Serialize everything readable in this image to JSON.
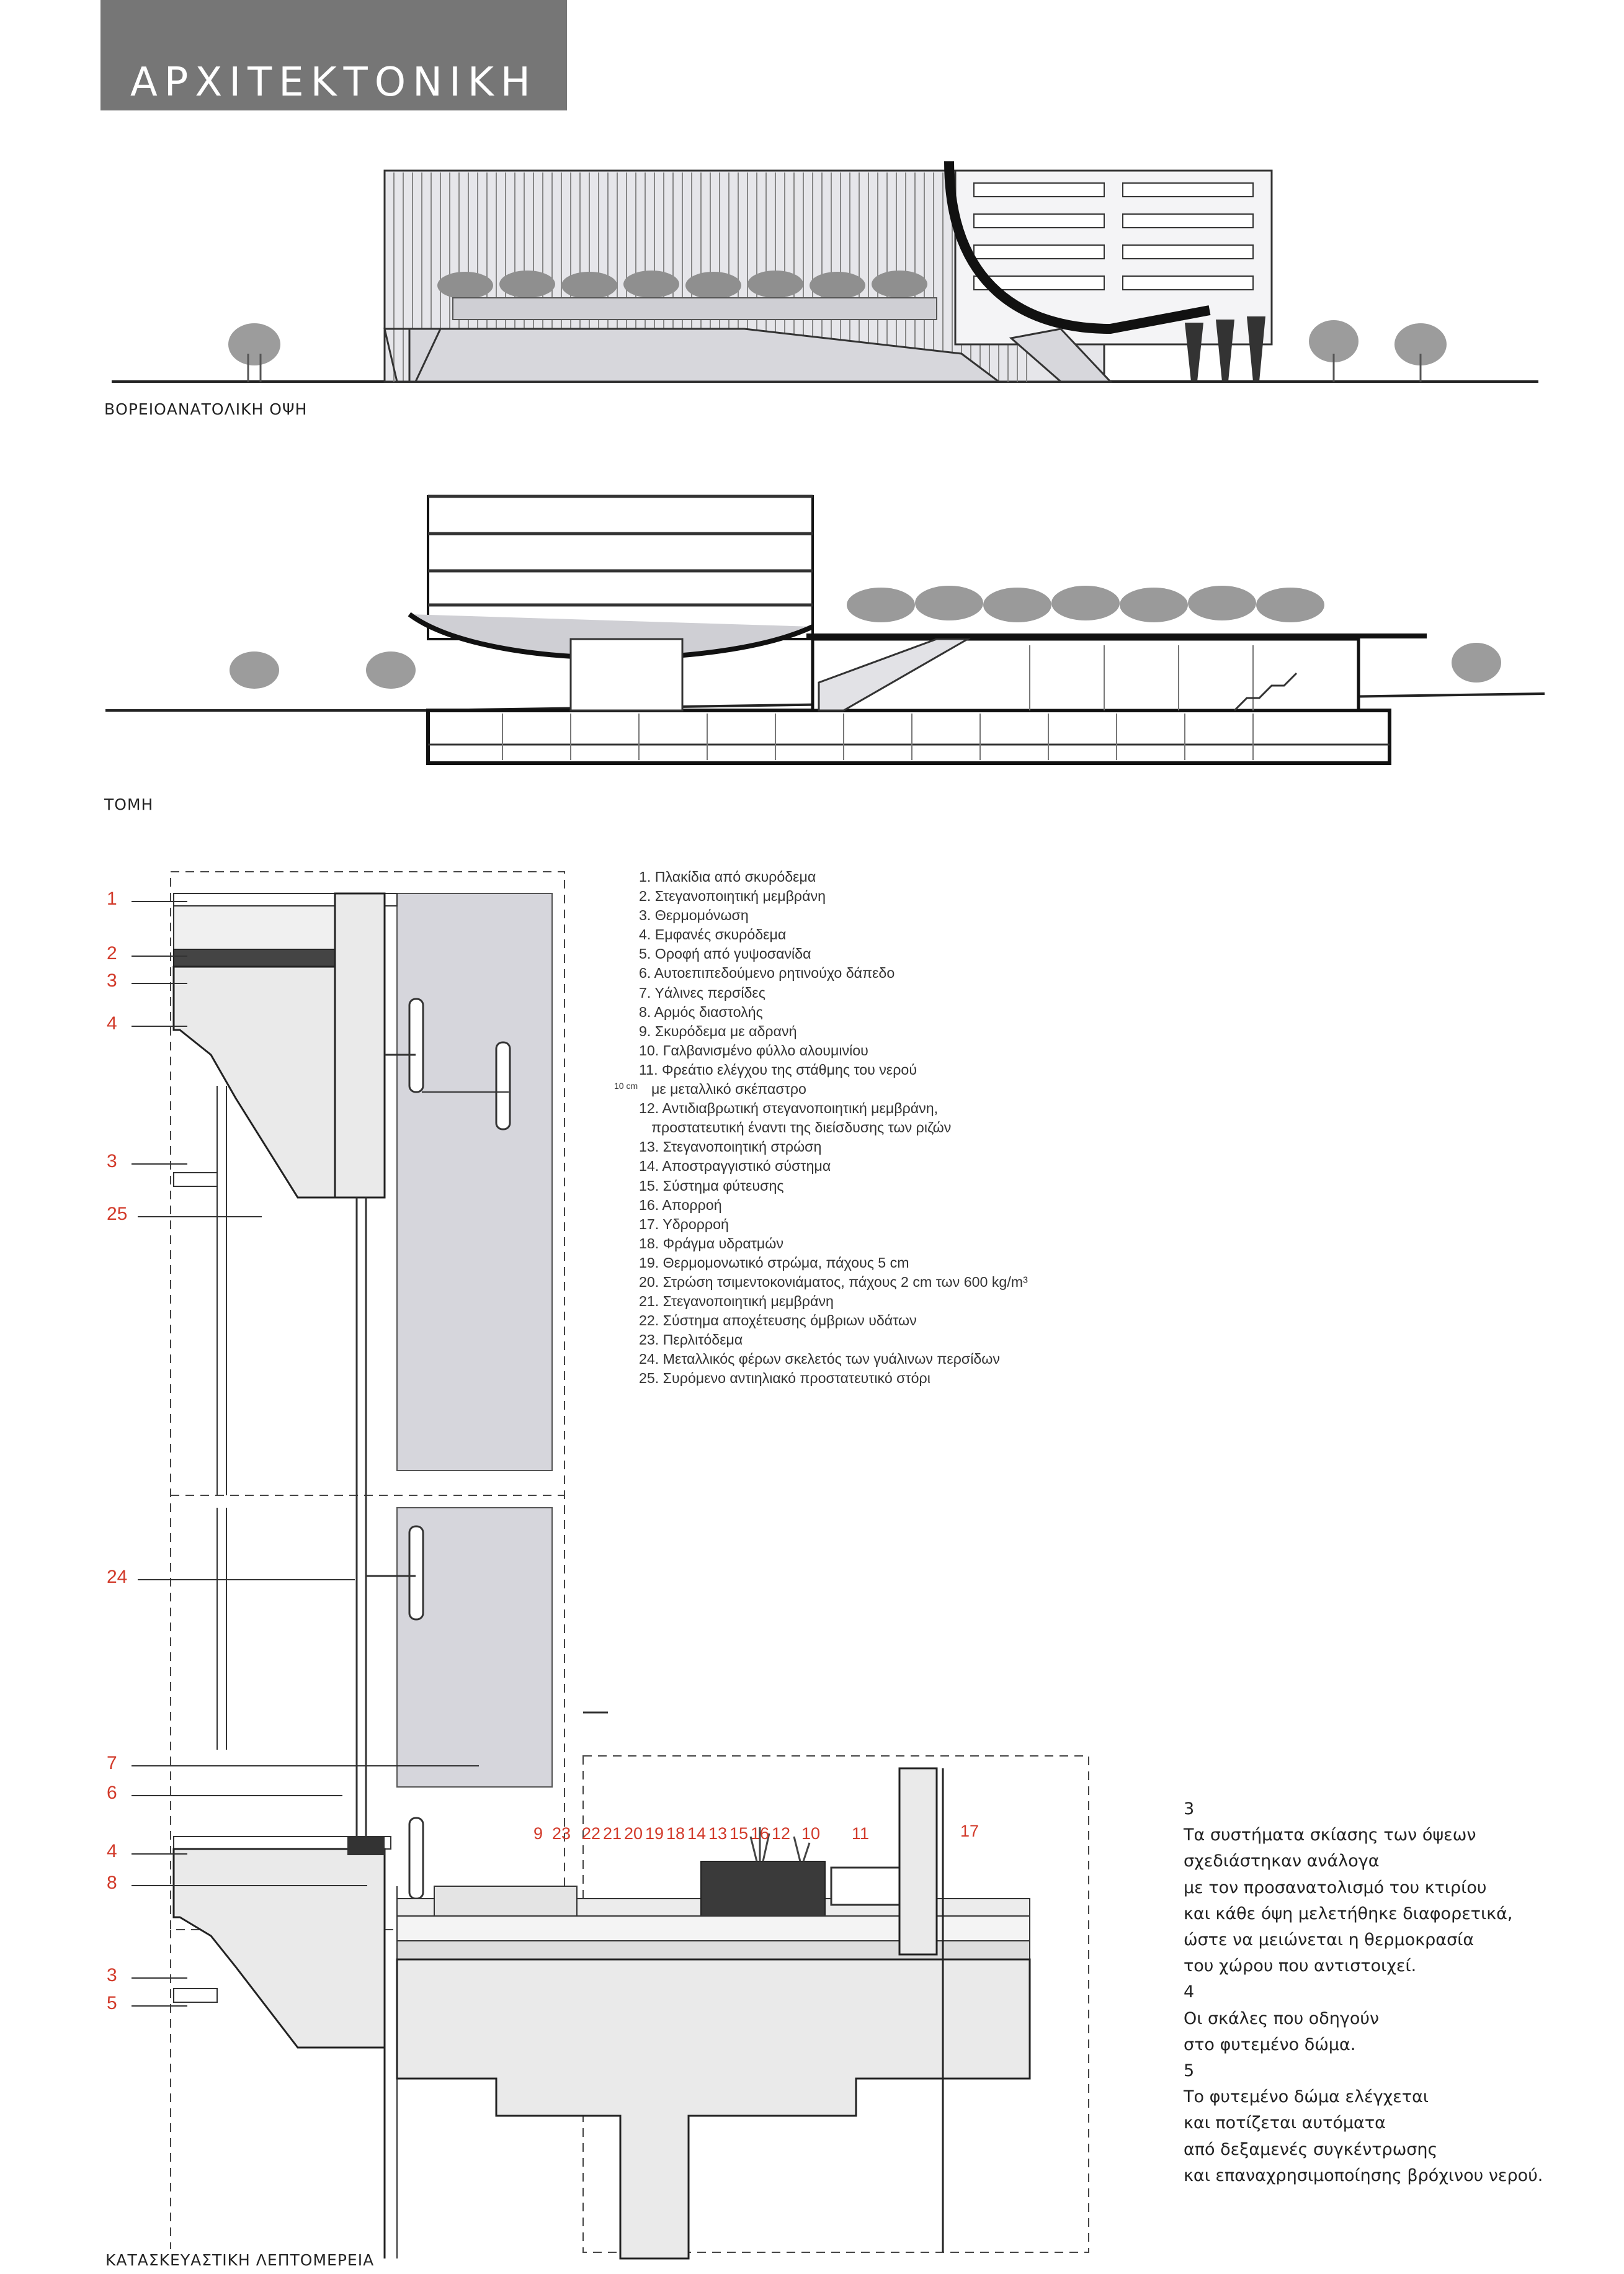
{
  "header": {
    "title": "ΑΡΧΙΤΕΚΤΟΝΙΚΗ"
  },
  "captions": {
    "elevation": "ΒΟΡΕΙΟΑΝΑΤΟΛΙΚΗ ΟΨΗ",
    "section": "ΤΟΜΗ",
    "detail": "ΚΑΤΑΣΚΕΥΑΣΤΙΚΗ ΛΕΠΤΟΜΕΡΕΙΑ"
  },
  "detail_callouts_left": [
    "1",
    "2",
    "3",
    "4",
    "3",
    "25",
    "24",
    "7",
    "6",
    "4",
    "8",
    "3",
    "5"
  ],
  "detail_callouts_top": [
    "9",
    "23",
    "22",
    "21",
    "20",
    "19",
    "18",
    "14",
    "13",
    "15",
    "16",
    "12",
    "10",
    "11",
    "17"
  ],
  "scale_label": "10 cm",
  "legend": [
    "1. Πλακίδια από σκυρόδεμα",
    "2. Στεγανοποιητική μεμβράνη",
    "3. Θερμομόνωση",
    "4. Εμφανές σκυρόδεμα",
    "5. Οροφή από γυψοσανίδα",
    "6. Αυτοεπιπεδούμενο ρητινούχο δάπεδο",
    "7. Υάλινες περσίδες",
    "8. Αρμός διαστολής",
    "9. Σκυρόδεμα με αδρανή",
    "10. Γαλβανισμένο φύλλο αλουμινίου",
    "11. Φρεάτιο ελέγχου της στάθμης του νερού",
    "με μεταλλικό σκέπαστρο",
    "12. Αντιδιαβρωτική στεγανοποιητική μεμβράνη,",
    "προστατευτική έναντι της διείσδυσης των ριζών",
    "13. Στεγανοποιητική στρώση",
    "14. Αποστραγγιστικό σύστημα",
    "15. Σύστημα φύτευσης",
    "16. Απορροή",
    "17. Υδρορροή",
    "18. Φράγμα υδρατμών",
    "19. Θερμομονωτικό στρώμα, πάχους 5 cm",
    "20. Στρώση τσιμεντοκονιάματος, πάχους 2 cm των 600 kg/m³",
    "21. Στεγανοποιητική μεμβράνη",
    "22. Σύστημα αποχέτευσης όμβριων υδάτων",
    "23. Περλιτόδεμα",
    "24. Μεταλλικός φέρων σκελετός των γυάλινων περσίδων",
    "25. Συρόμενο αντιηλιακό προστατευτικό στόρι"
  ],
  "body_text": [
    "3",
    "Τα συστήματα σκίασης των όψεων",
    "σχεδιάστηκαν ανάλογα",
    "με τον προσανατολισμό του κτιρίου",
    "και κάθε όψη μελετήθηκε διαφορετικά,",
    "ώστε να μειώνεται η θερμοκρασία",
    "του χώρου που αντιστοιχεί.",
    "4",
    "Οι σκάλες που οδηγούν",
    "στο φυτεμένο δώμα.",
    "5",
    "Το φυτεμένο δώμα ελέγχεται",
    "και ποτίζεται αυτόματα",
    "από δεξαμενές συγκέντρωσης",
    "και επαναχρησιμοποίησης βρόχινου νερού."
  ]
}
